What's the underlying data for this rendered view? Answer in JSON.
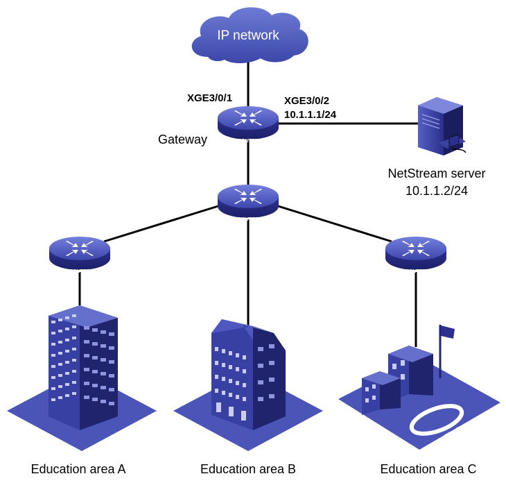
{
  "cloud": {
    "label": "IP network"
  },
  "gateway": {
    "label": "Gateway",
    "router_text": "ROUTER",
    "port_left": "XGE3/0/1",
    "port_right": "XGE3/0/2",
    "port_right_ip": "10.1.1.1/24"
  },
  "core_router": {
    "router_text": "ROUTER"
  },
  "router_a": {
    "router_text": "ROUTER"
  },
  "router_c": {
    "router_text": "ROUTER"
  },
  "server": {
    "name": "NetStream server",
    "ip": "10.1.1.2/24"
  },
  "areas": [
    {
      "label": "Education area  A"
    },
    {
      "label": "Education area  B"
    },
    {
      "label": "Education area  C"
    }
  ],
  "campus_text": "Education",
  "colors": {
    "router_body": "#3d44a8",
    "router_top": "#5b65c8",
    "cloud": "#4a58b8",
    "building": "#2b2f8f",
    "ground": "#4b55b8",
    "line": "#000000"
  }
}
